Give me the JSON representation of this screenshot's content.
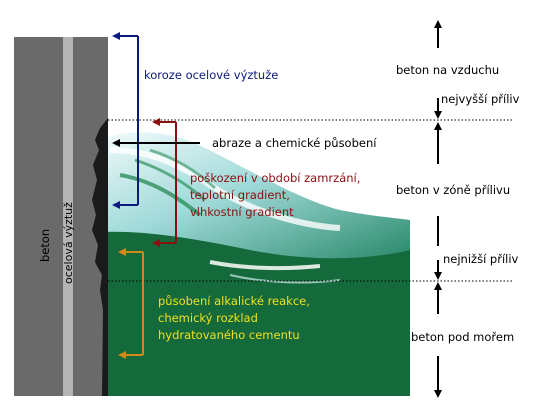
{
  "labels": {
    "beton": "beton",
    "ocelova_vyztuz": "ocelová výztuž",
    "koroze": "koroze ocelové výztuže",
    "abraze": "abraze a chemické působení",
    "poskozeni_1": "poškození v období zamrzání,",
    "poskozeni_2": "teplotní gradient,",
    "poskozeni_3": "vlhkostní gradient",
    "alkalicka_1": "působení alkalické reakce,",
    "alkalicka_2": "chemický rozklad",
    "alkalicka_3": "hydratovaného cementu",
    "zone_air": "beton na vzduchu",
    "high_tide": "nejvyšší příliv",
    "zone_tidal": "beton v zóně přílivu",
    "low_tide": "nejnižší příliv",
    "zone_sea": "beton pod mořem"
  },
  "colors": {
    "concrete": "#6a6a6a",
    "rebar": "#b4b4b4",
    "sea": "#146a3a",
    "wave_light": "#e6f8f8",
    "corrosion_blue": "#0a1a80",
    "damage_red": "#8b0f0f",
    "alkali_orange": "#d08a1a",
    "alkali_text": "#f0e020",
    "black": "#000000"
  }
}
